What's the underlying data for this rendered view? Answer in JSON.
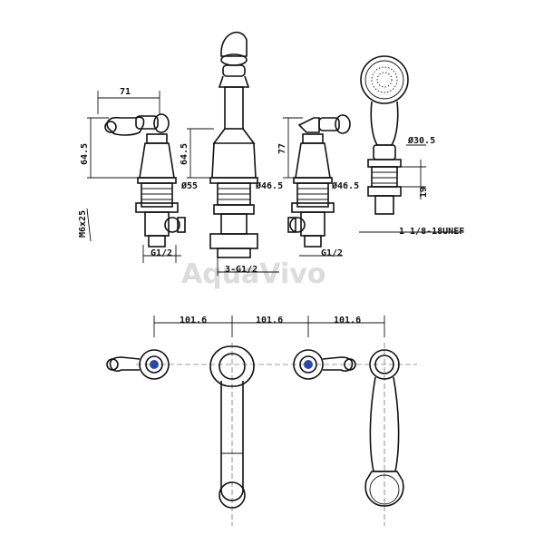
{
  "watermark": "AquaVivo",
  "dimensions": {
    "handle_width": "71",
    "handle_height_left": "64.5",
    "spout_height": "64.5",
    "right_valve_height": "77",
    "spout_base_diameter": "Ø55",
    "spout_shank_diameter": "Ø46.5",
    "right_valve_diameter": "Ø46.5",
    "handshower_diameter": "Ø30.5",
    "handshower_height": "19",
    "thread_left": "M6x25",
    "thread_g_left": "G1/2",
    "thread_g_right": "G1/2",
    "thread_3g": "3-G1/2",
    "unef_thread": "1 1/8-18UNEF",
    "spacing_1": "101.6",
    "spacing_2": "101.6",
    "spacing_3": "101.6"
  }
}
